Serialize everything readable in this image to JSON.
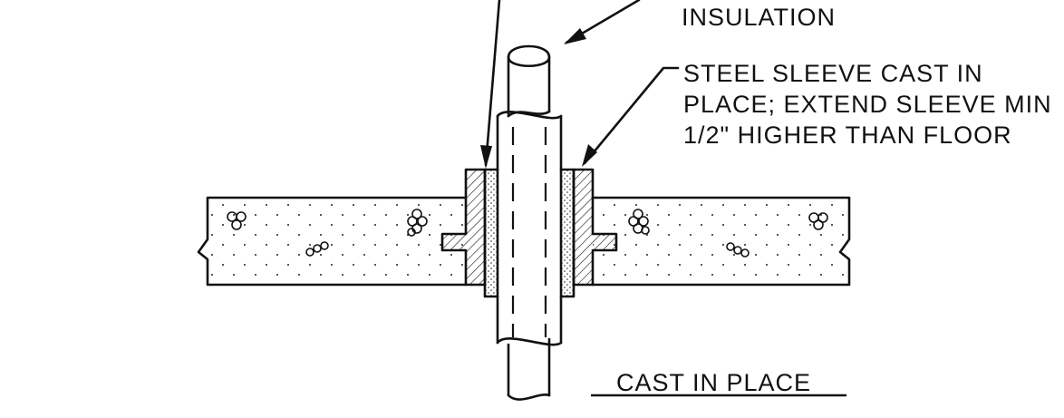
{
  "labels": {
    "insulation": "INSULATION",
    "sleeve_line1": "STEEL SLEEVE CAST IN",
    "sleeve_line2": "PLACE; EXTEND SLEEVE MIN",
    "sleeve_line3": "1/2\" HIGHER THAN FLOOR",
    "title": "CAST IN PLACE"
  },
  "colors": {
    "ink": "#111111",
    "background": "#ffffff"
  }
}
